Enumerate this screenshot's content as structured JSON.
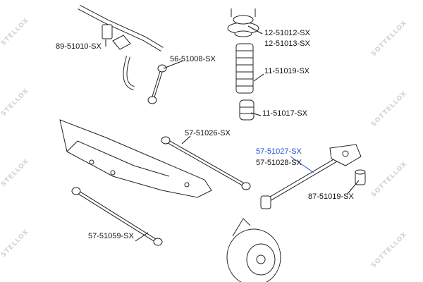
{
  "parts": [
    {
      "id": "p1",
      "number": "89-51010-SX"
    },
    {
      "id": "p2",
      "number": "56-51008-SX"
    },
    {
      "id": "p3",
      "number": "12-51012-SX"
    },
    {
      "id": "p4",
      "number": "12-51013-SX"
    },
    {
      "id": "p5",
      "number": "11-51019-SX"
    },
    {
      "id": "p6",
      "number": "11-51017-SX"
    },
    {
      "id": "p7",
      "number": "57-51026-SX"
    },
    {
      "id": "p8",
      "number": "57-51027-SX",
      "highlighted": true
    },
    {
      "id": "p9",
      "number": "57-51028-SX"
    },
    {
      "id": "p10",
      "number": "87-51019-SX"
    },
    {
      "id": "p11",
      "number": "57-51059-SX"
    }
  ],
  "watermark": {
    "text_left": "STELLOX",
    "text_right": "SOTTELLOX"
  },
  "colors": {
    "highlight": "#1f4fd6",
    "line": "#111111",
    "watermark": "#d2d2d2"
  }
}
